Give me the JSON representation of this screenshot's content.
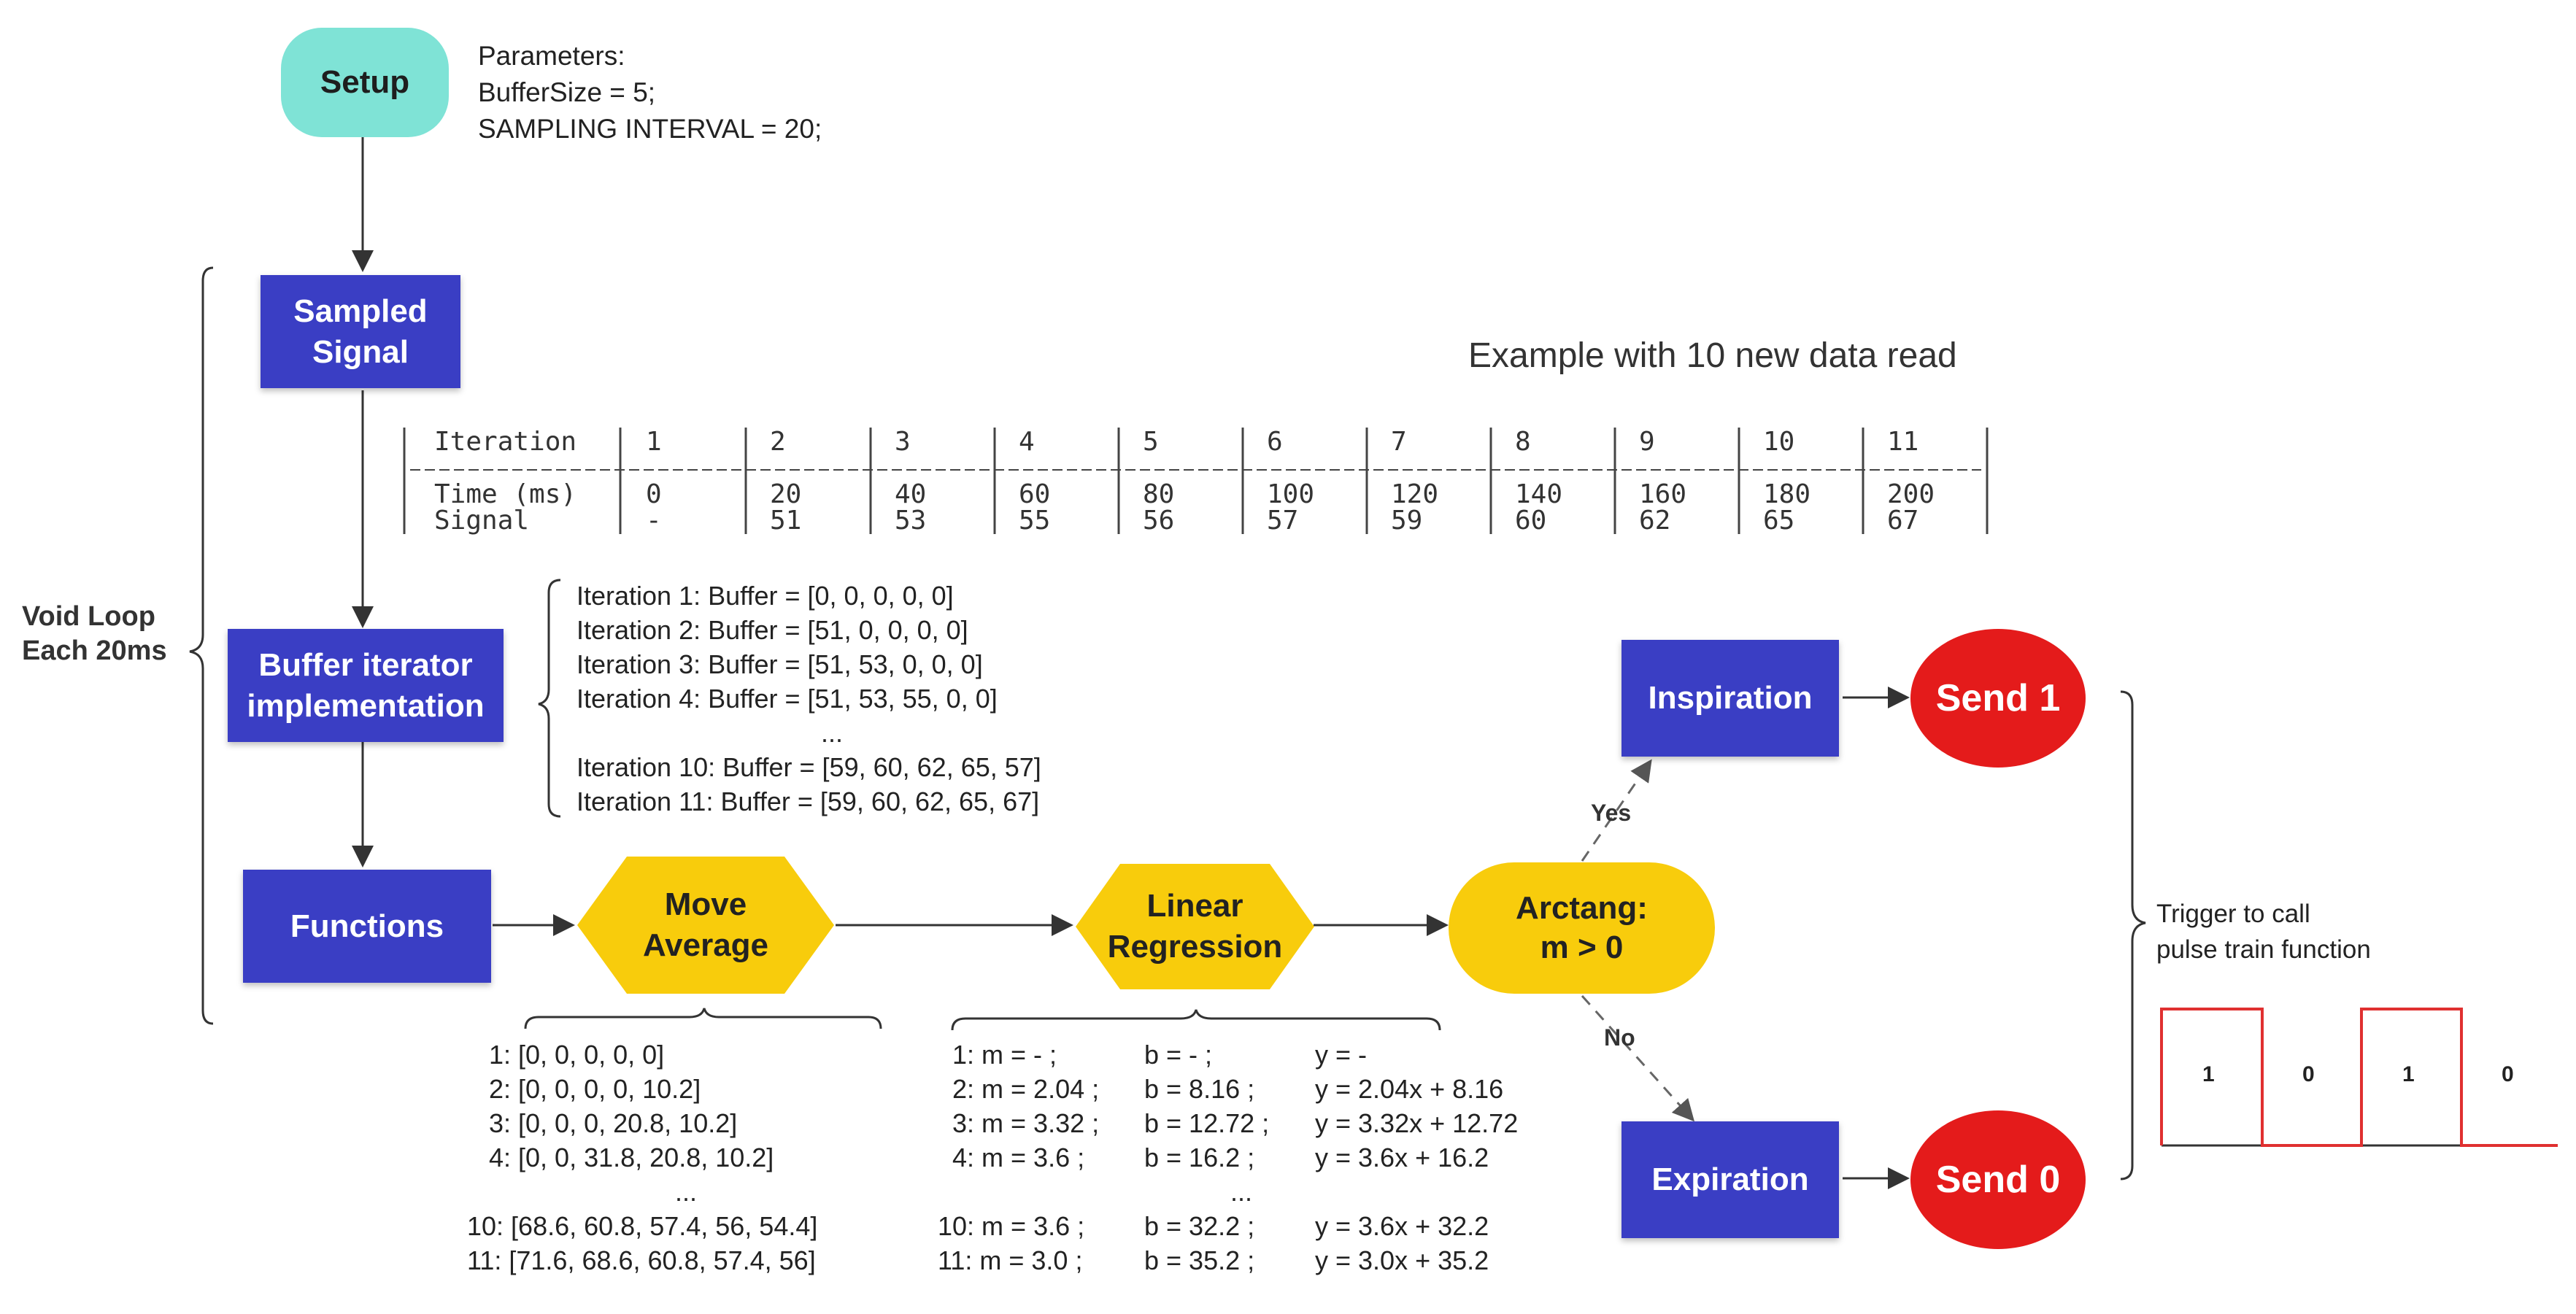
{
  "nodes": {
    "setup": "Setup",
    "sampled_signal": [
      "Sampled",
      "Signal"
    ],
    "buffer_iterator": [
      "Buffer iterator",
      "implementation"
    ],
    "functions": "Functions",
    "move_average": [
      "Move",
      "Average"
    ],
    "linear_regression": [
      "Linear",
      "Regression"
    ],
    "arctang": [
      "Arctang:",
      "m > 0"
    ],
    "inspiration": "Inspiration",
    "expiration": "Expiration",
    "send1": "Send 1",
    "send0": "Send 0"
  },
  "parameters": [
    "Parameters:",
    "BufferSize = 5;",
    "SAMPLING INTERVAL = 20;"
  ],
  "void_loop": [
    "Void Loop",
    "Each 20ms"
  ],
  "example_title": "Example with 10 new data read",
  "table": {
    "rows": [
      {
        "label": "Iteration",
        "values": [
          "1",
          "2",
          "3",
          "4",
          "5",
          "6",
          "7",
          "8",
          "9",
          "10",
          "11"
        ]
      },
      {
        "label": "Time (ms)",
        "values": [
          "0",
          "20",
          "40",
          "60",
          "80",
          "100",
          "120",
          "140",
          "160",
          "180",
          "200"
        ]
      },
      {
        "label": "Signal",
        "values": [
          "-",
          "51",
          "53",
          "55",
          "56",
          "57",
          "59",
          "60",
          "62",
          "65",
          "67"
        ]
      }
    ]
  },
  "buffer_lines": [
    "Iteration 1: Buffer = [0, 0, 0, 0, 0]",
    "Iteration 2: Buffer = [51, 0, 0, 0, 0]",
    "Iteration 3: Buffer = [51, 53, 0, 0, 0]",
    "Iteration 4: Buffer = [51, 53, 55, 0, 0]",
    "...",
    "Iteration 10: Buffer = [59, 60, 62, 65, 57]",
    "Iteration 11: Buffer = [59, 60, 62, 65, 67]"
  ],
  "avg_lines": [
    "1: [0, 0, 0, 0, 0]",
    "2: [0, 0, 0, 0, 10.2]",
    "3: [0, 0, 0, 20.8, 10.2]",
    "4: [0, 0, 31.8, 20.8, 10.2]",
    "...",
    "10: [68.6, 60.8, 57.4, 56, 54.4]",
    "11: [71.6, 68.6, 60.8, 57.4, 56]"
  ],
  "regression": {
    "col1": [
      "1: m = - ;",
      "2: m = 2.04 ;",
      "3: m = 3.32 ;",
      "4: m = 3.6 ;",
      "",
      "10: m = 3.6 ;",
      "11: m = 3.0 ;"
    ],
    "col2": [
      "b = - ;",
      "b = 8.16 ;",
      "b = 12.72 ;",
      "b = 16.2 ;",
      "...",
      "b = 32.2 ;",
      "b = 35.2 ;"
    ],
    "col3": [
      "y = -",
      "y = 2.04x + 8.16",
      "y = 3.32x + 12.72",
      "y = 3.6x + 16.2",
      "",
      "y = 3.6x + 32.2",
      "y = 3.0x + 35.2"
    ]
  },
  "branch": {
    "yes": "Yes",
    "no": "No"
  },
  "trigger": [
    "Trigger to call",
    "pulse train function"
  ],
  "pulse_labels": [
    "1",
    "0",
    "1",
    "0"
  ],
  "colors": {
    "blue": "#3a3ec4",
    "teal": "#7fe3d6",
    "yellow": "#f8cc0c",
    "red": "#e41b1b",
    "pulse": "#e03030"
  }
}
